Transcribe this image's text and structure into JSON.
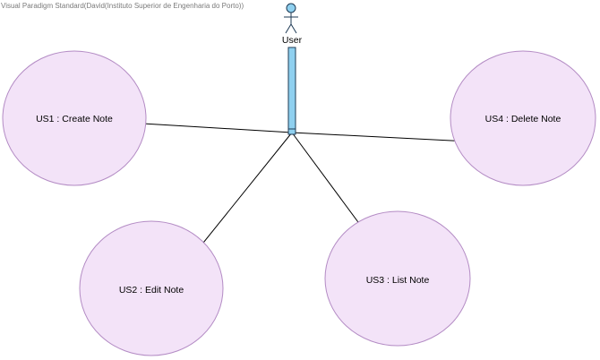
{
  "watermark": "Visual Paradigm Standard(David(Instituto Superior de Engenharia do Porto))",
  "actor": {
    "label": "User"
  },
  "use_cases": [
    {
      "id": "us1",
      "label": "US1 : Create Note"
    },
    {
      "id": "us2",
      "label": "US2 : Edit Note"
    },
    {
      "id": "us3",
      "label": "US3 : List Note"
    },
    {
      "id": "us4",
      "label": "US4 : Delete Note"
    }
  ],
  "colors": {
    "use_case_fill": "#f3e3f8",
    "use_case_stroke": "#b38bc4",
    "actor_fill": "#8fd0ef",
    "actor_stroke": "#1f3b55",
    "line": "#000000"
  }
}
